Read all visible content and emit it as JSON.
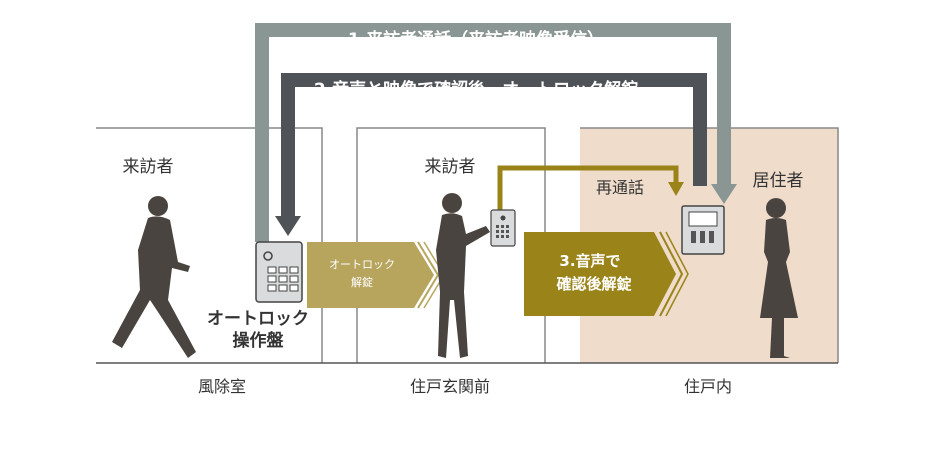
{
  "flows": {
    "step1": "1.来訪者通話（来訪者映像受信）",
    "step2": "2.音声と映像で確認後、オートロック解錠",
    "step3_line1": "3.音声で",
    "step3_line2": "確認後解錠",
    "recall": "再通話"
  },
  "rooms": {
    "vestibule": {
      "name": "風除室",
      "visitor": "来訪者"
    },
    "entrance": {
      "name": "住戸玄関前",
      "visitor": "来訪者"
    },
    "interior": {
      "name": "住戸内",
      "resident": "居住者"
    }
  },
  "panel": {
    "label_line1": "オートロック",
    "label_line2": "操作盤"
  },
  "unlock_arrow": {
    "line1": "オートロック",
    "line2": "解錠"
  },
  "colors": {
    "flow1": "#8a9693",
    "flow2": "#4f5257",
    "flow3": "#9a8419",
    "unlock": "#b7a55e",
    "interior_bg": "#efdccb",
    "silhouette": "#4a4440"
  }
}
